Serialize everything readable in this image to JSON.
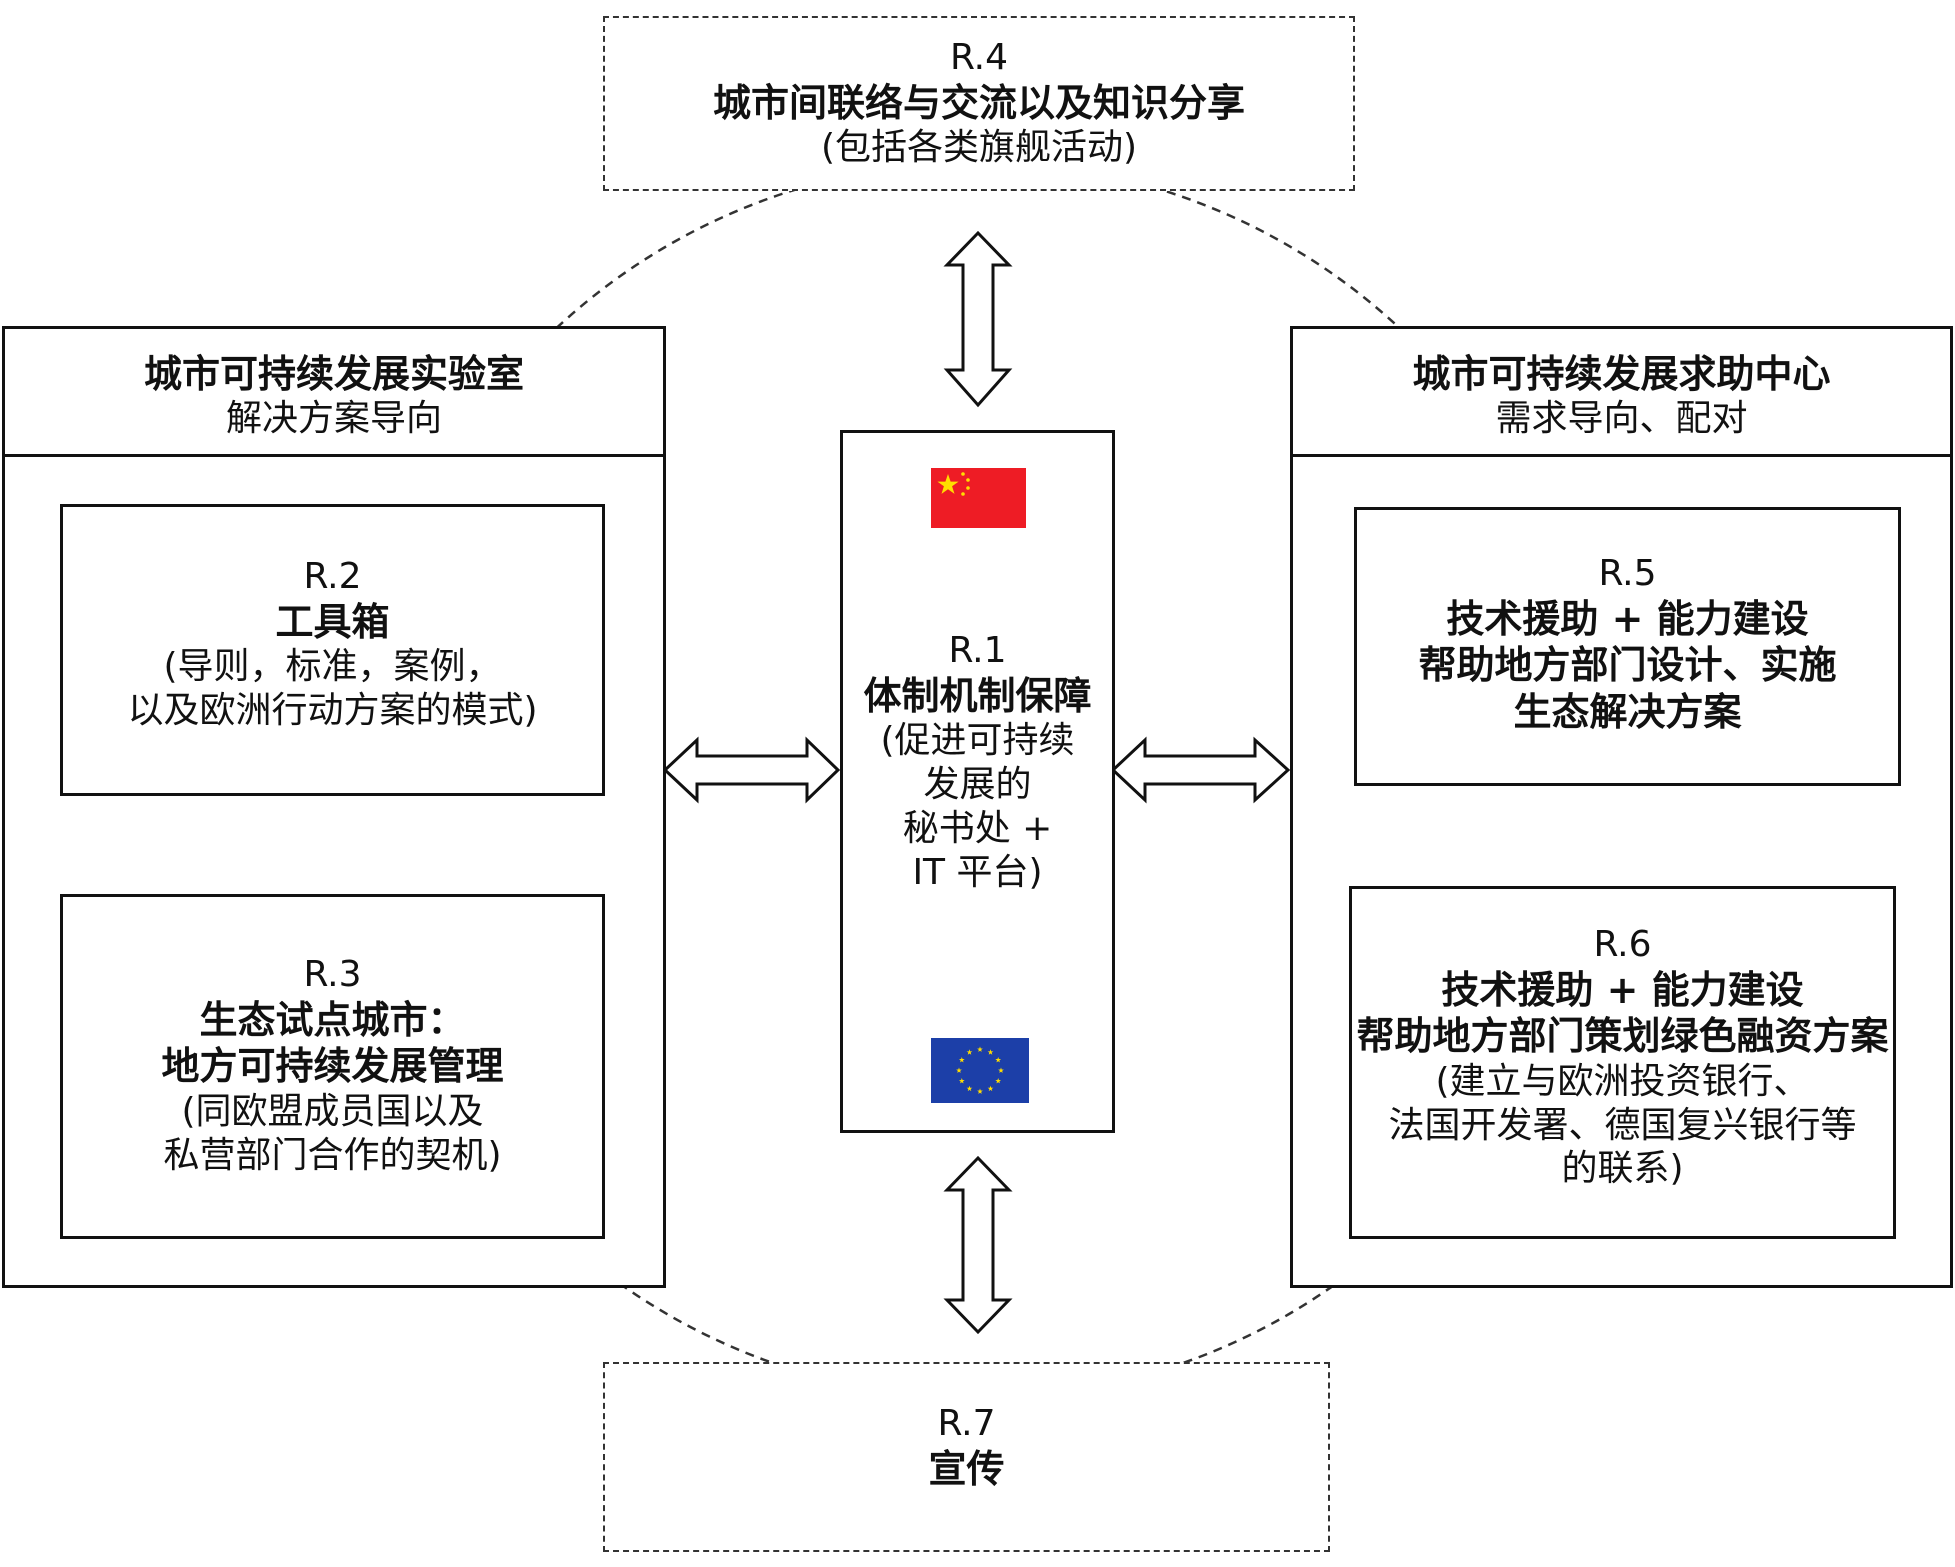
{
  "r4": {
    "code": "R.4",
    "title": "城市间联络与交流以及知识分享",
    "note": "(包括各类旗舰活动)"
  },
  "lab": {
    "title": "城市可持续发展实验室",
    "subtitle": "解决方案导向",
    "r2": {
      "code": "R.2",
      "title": "工具箱",
      "note_lines": [
        "(导则，标准，案例，",
        "以及欧洲行动方案的模式)"
      ]
    },
    "r3": {
      "code": "R.3",
      "title_lines": [
        "生态试点城市：",
        "地方可持续发展管理"
      ],
      "note_lines": [
        "(同欧盟成员国以及",
        "私营部门合作的契机)"
      ]
    }
  },
  "r1": {
    "code": "R.1",
    "title": "体制机制保障",
    "note_lines": [
      "(促进可持续",
      "发展的",
      "秘书处 +",
      "IT 平台)"
    ]
  },
  "help": {
    "title": "城市可持续发展求助中心",
    "subtitle": "需求导向、配对",
    "r5": {
      "code": "R.5",
      "title_lines": [
        "技术援助 + 能力建设",
        "帮助地方部门设计、实施",
        "生态解决方案"
      ]
    },
    "r6": {
      "code": "R.6",
      "title_lines": [
        "技术援助 + 能力建设",
        "帮助地方部门策划绿色融资方案"
      ],
      "note_lines": [
        "(建立与欧洲投资银行、",
        "法国开发署、德国复兴银行等",
        "的联系)"
      ]
    }
  },
  "r7": {
    "code": "R.7",
    "title": "宣传"
  },
  "colors": {
    "china_red": "#ee1c25",
    "china_star": "#ffde00",
    "eu_blue": "#1c3fa8",
    "eu_star": "#ffdd00",
    "line": "#111111",
    "dash": "#333333"
  },
  "icons": {
    "flag_top": "china-flag-icon",
    "flag_bottom": "eu-flag-icon"
  }
}
